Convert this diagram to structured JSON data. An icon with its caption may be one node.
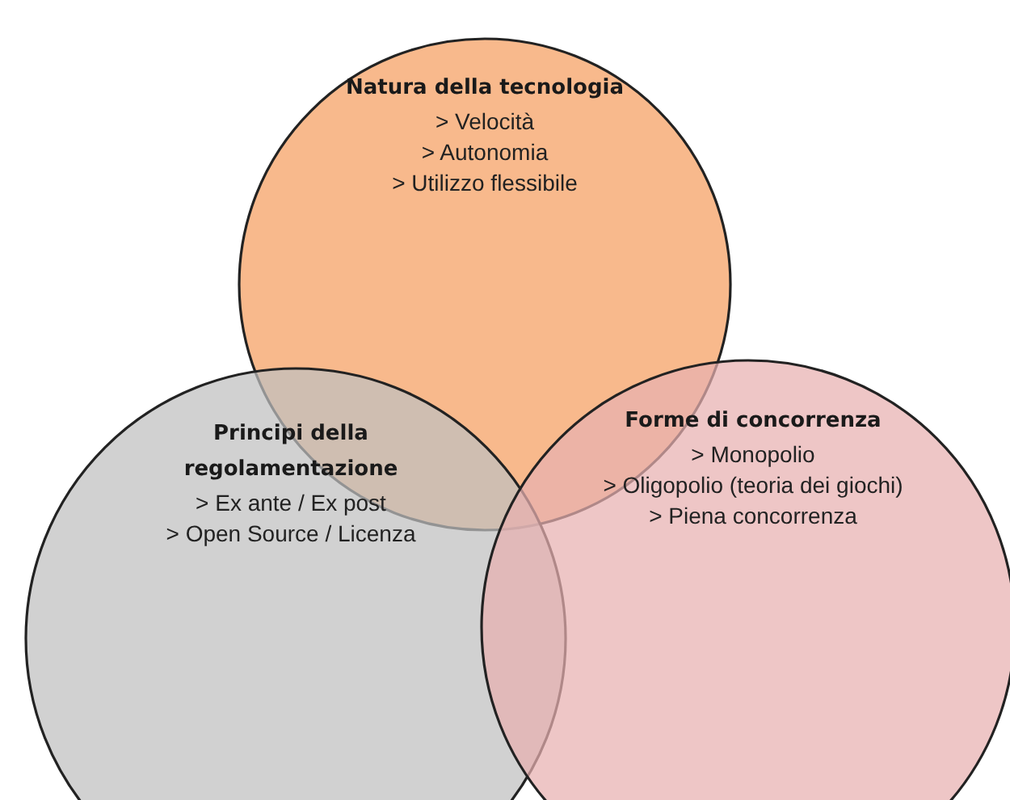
{
  "diagram": {
    "nodes": [
      {
        "text": [
          "Natura della tecnologia",
          "> Velocità",
          "> Autonomia",
          "> Utilizzo flessibile"
        ]
      },
      {
        "text": [
          "Principi della regolamentazione",
          "> Ex ante / Ex post",
          "> Open Source / Licenza"
        ]
      },
      {
        "text": [
          "Forme di concorrenza",
          "> Monopolio",
          "> Oligopolio (teoria dei giochi)",
          "> Piena concorrenza"
        ]
      }
    ],
    "edges": []
  }
}
